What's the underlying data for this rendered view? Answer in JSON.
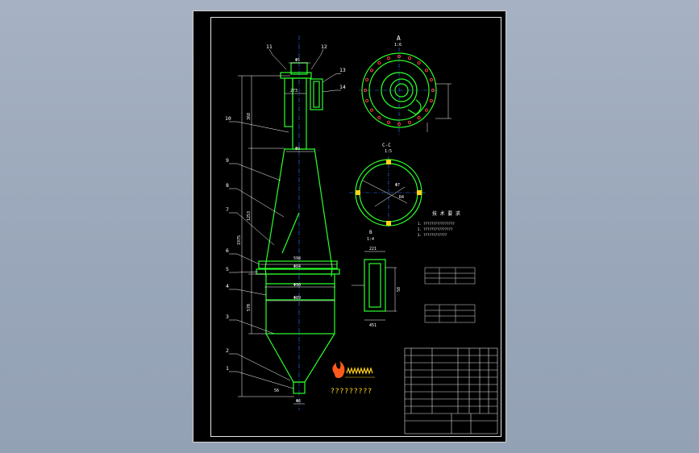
{
  "drawing": {
    "leader_numbers": [
      "11",
      "12",
      "13",
      "14",
      "10",
      "9",
      "8",
      "7",
      "6",
      "5",
      "4",
      "3",
      "2",
      "1"
    ],
    "view_labels": {
      "view_a_letter": "A",
      "view_a_scale": "1:6",
      "section_cc": "C-C",
      "section_cc_scale": "1:5",
      "view_b_letter": "B",
      "view_b_scale": "1:4"
    },
    "dimensions": {
      "top_width": "Φ5",
      "inlet_width": "273",
      "body_width": "Φ9",
      "flange_width": "598",
      "flange_inner": "Φ84",
      "barrel_width": "Φ90",
      "barrel_lower": "Φ89",
      "outlet_width": "Φ6",
      "overall_height": "1975",
      "upper_height": "368",
      "cone_height": "1253",
      "barrel_height": "570",
      "bottom_height": "56",
      "cc_diameter": "Φ7",
      "cc_radius": "R4",
      "view_b_top": "221",
      "view_b_height": "58",
      "view_b_bottom": "451"
    },
    "tech_notes_title": "技 术 要 求",
    "tech_notes": [
      "1. ????????????????",
      "2. ???????????????",
      "3. ????????????"
    ],
    "logo_caption": "?????????",
    "colors": {
      "outline": "#2bff2b",
      "centerline": "#2f7dff",
      "text": "#ffffff",
      "hatch": "#ff3b3b",
      "logo": "#ffd21a"
    }
  }
}
